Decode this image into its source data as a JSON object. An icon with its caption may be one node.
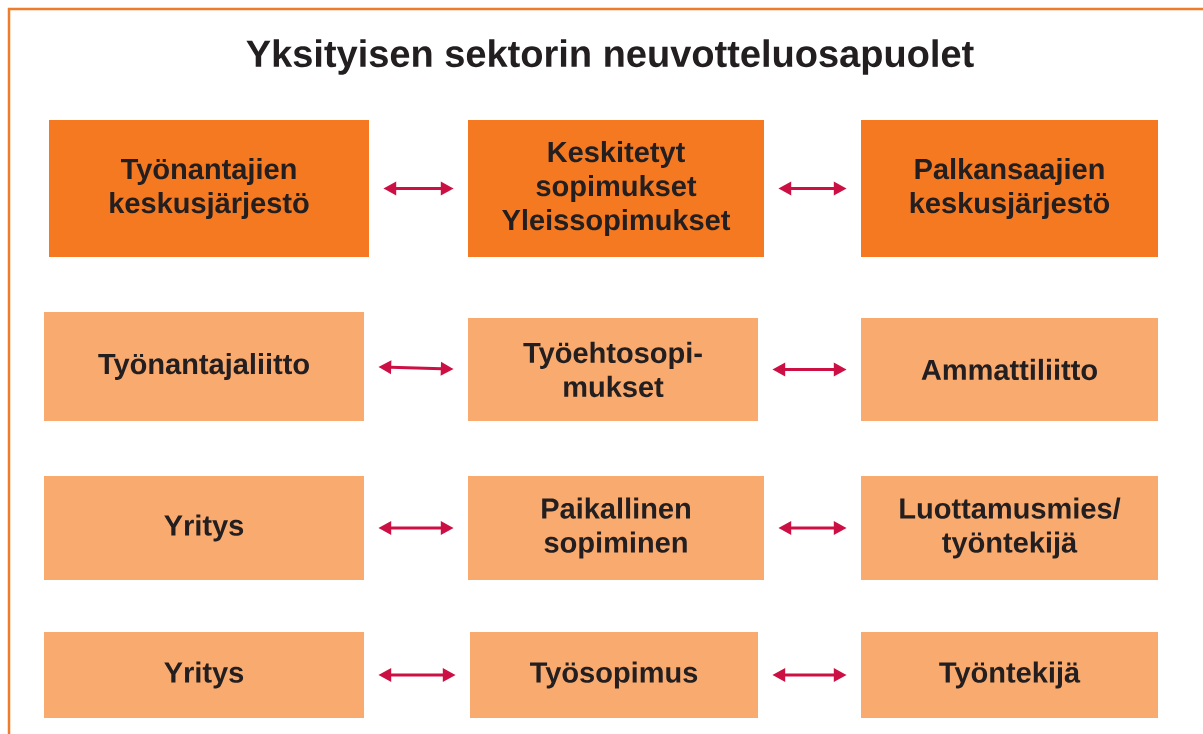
{
  "diagram": {
    "title": "Yksityisen sektorin neuvotteluosapuolet",
    "nodes": [
      {
        "text": [
          "Työnantajien keskusjärjestö"
        ]
      },
      {
        "text": [
          "Keskitetyt sopimukset Yleissopimukset"
        ]
      },
      {
        "text": [
          "Palkansaajien keskusjärjestö"
        ]
      },
      {
        "text": [
          "Työnantajaliitto"
        ]
      },
      {
        "text": [
          "Työehtosopi- mukset"
        ]
      },
      {
        "text": [
          "Ammattiliitto"
        ]
      },
      {
        "text": [
          "Yritys"
        ]
      },
      {
        "text": [
          "Paikallinen sopiminen"
        ]
      },
      {
        "text": [
          "Luottamusmies/ työntekijä"
        ]
      },
      {
        "text": [
          "Yritys"
        ]
      },
      {
        "text": [
          "Työsopimus"
        ]
      },
      {
        "text": [
          "Työntekijä"
        ]
      }
    ],
    "edges": [
      {
        "from": 0,
        "to": 1,
        "arrow": "both"
      },
      {
        "from": 1,
        "to": 2,
        "arrow": "both"
      },
      {
        "from": 3,
        "to": 4,
        "arrow": "both"
      },
      {
        "from": 4,
        "to": 5,
        "arrow": "both"
      },
      {
        "from": 6,
        "to": 7,
        "arrow": "both"
      },
      {
        "from": 7,
        "to": 8,
        "arrow": "both"
      },
      {
        "from": 9,
        "to": 10,
        "arrow": "both"
      },
      {
        "from": 10,
        "to": 11,
        "arrow": "both"
      }
    ]
  }
}
